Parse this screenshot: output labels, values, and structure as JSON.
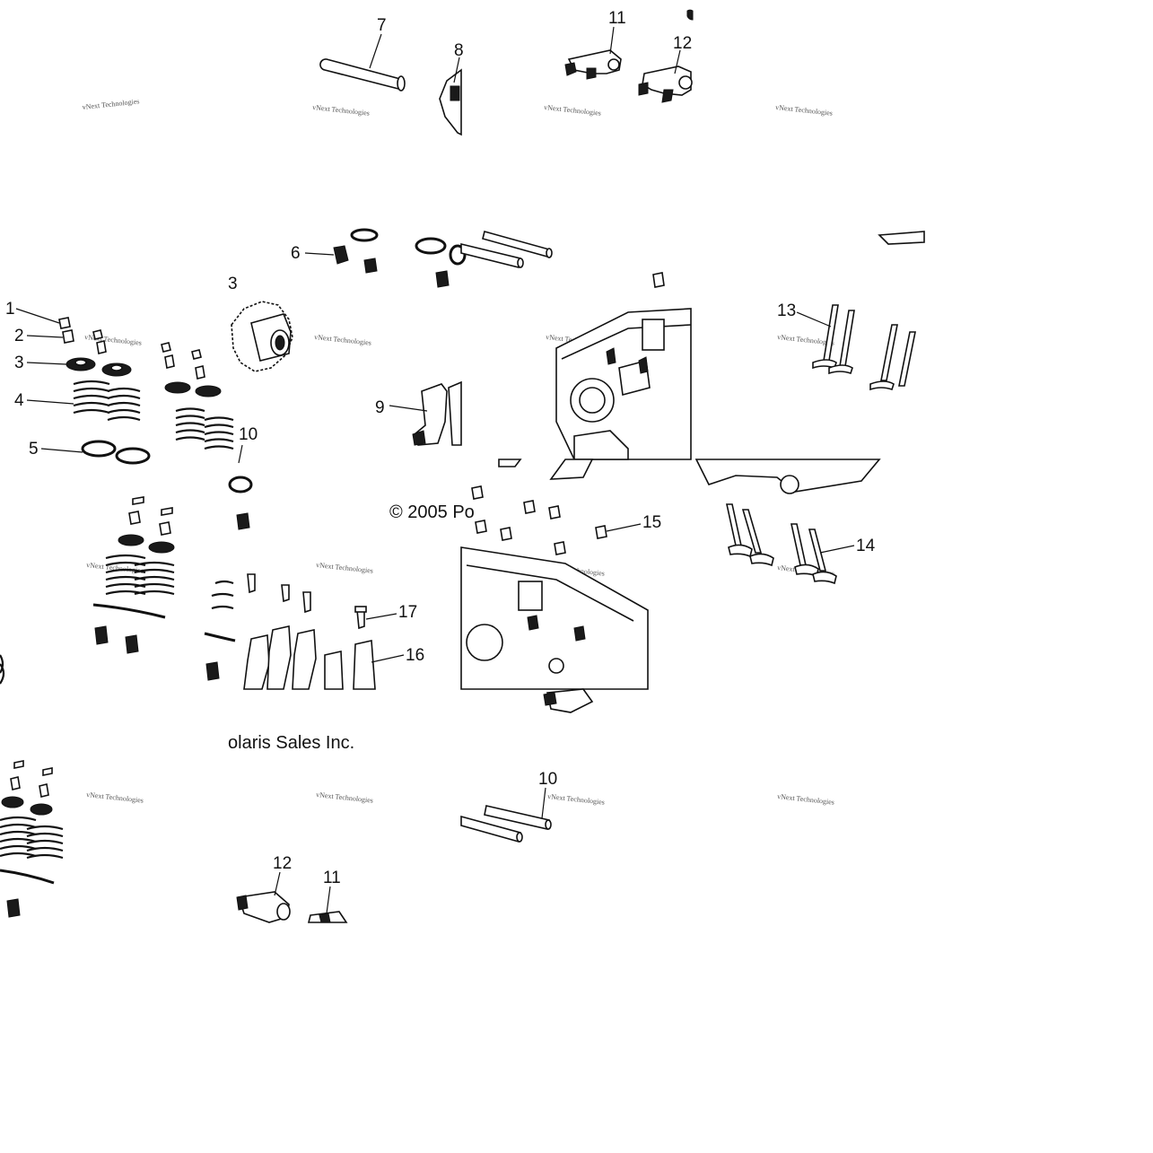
{
  "callouts": {
    "c1": "1",
    "c2": "2",
    "c3": "3",
    "c4": "4",
    "c5": "5",
    "c6": "6",
    "c7": "7",
    "c8": "8",
    "c9": "9",
    "c10a": "10",
    "c10b": "10",
    "c11a": "11",
    "c11b": "11",
    "c12a": "12",
    "c12b": "12",
    "c13": "13",
    "c14": "14",
    "c15": "15",
    "c16": "16",
    "c17": "17"
  },
  "copyright": {
    "part1": "© 2005 Po",
    "part2": "olaris Sales Inc."
  },
  "watermark": {
    "text": "vNext Technologies"
  },
  "colors": {
    "line": "#111111",
    "background": "#ffffff"
  }
}
